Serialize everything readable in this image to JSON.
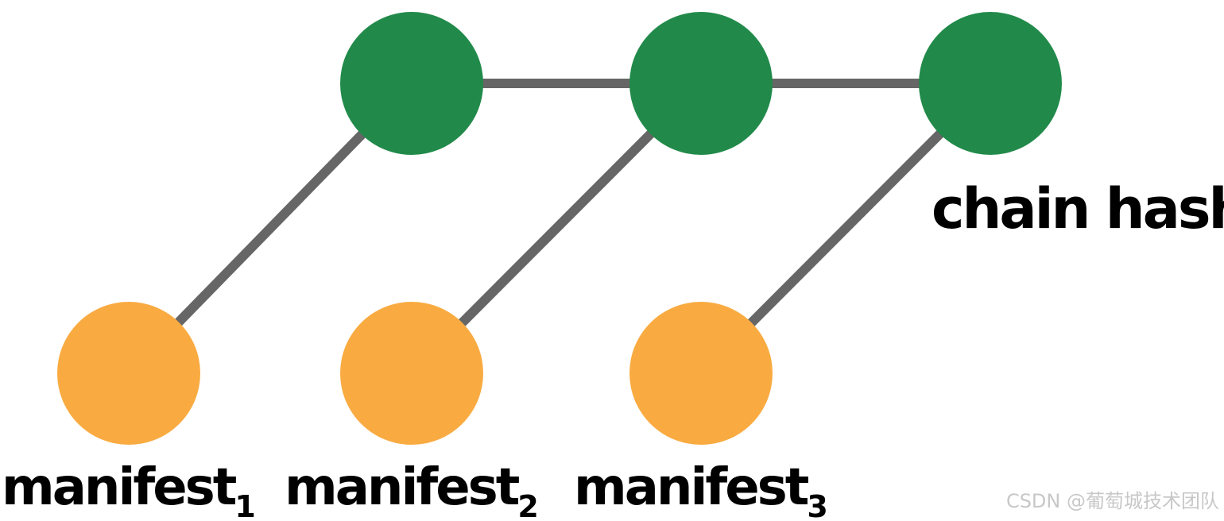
{
  "colors": {
    "chain_node": "#218a4a",
    "manifest_node": "#f9ab41",
    "edge": "#666666",
    "text": "#000000",
    "watermark": "#c8c8c8"
  },
  "chain_nodes": [
    {
      "id": "chain-node-1"
    },
    {
      "id": "chain-node-2"
    },
    {
      "id": "chain-node-3"
    }
  ],
  "manifests": [
    {
      "label": "manifest",
      "subscript": "1"
    },
    {
      "label": "manifest",
      "subscript": "2"
    },
    {
      "label": "manifest",
      "subscript": "3"
    }
  ],
  "chain_label": "chain hash",
  "watermark": "CSDN @葡萄城技术团队"
}
